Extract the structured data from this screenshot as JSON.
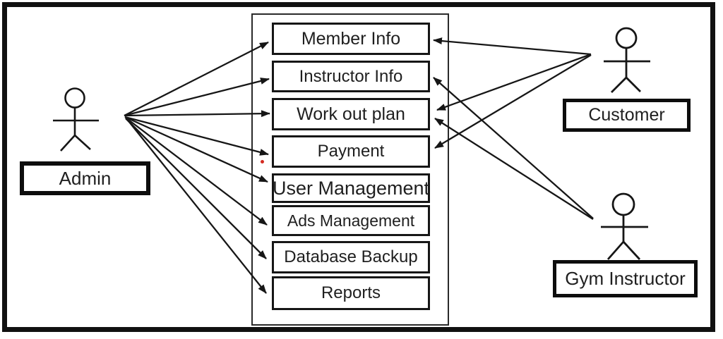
{
  "diagram_type": "use-case-diagram",
  "actors": {
    "admin": {
      "label": "Admin"
    },
    "customer": {
      "label": "Customer"
    },
    "gym_instructor": {
      "label": "Gym Instructor"
    }
  },
  "usecases": [
    {
      "label": "Member Info"
    },
    {
      "label": "Instructor Info"
    },
    {
      "label": "Work out plan"
    },
    {
      "label": "Payment"
    },
    {
      "label": "User Management"
    },
    {
      "label": "Ads Management"
    },
    {
      "label": "Database Backup"
    },
    {
      "label": "Reports"
    }
  ],
  "connections": [
    {
      "from": "Admin",
      "to": "Member Info"
    },
    {
      "from": "Admin",
      "to": "Instructor Info"
    },
    {
      "from": "Admin",
      "to": "Work out plan"
    },
    {
      "from": "Admin",
      "to": "Payment"
    },
    {
      "from": "Admin",
      "to": "User Management"
    },
    {
      "from": "Admin",
      "to": "Ads Management"
    },
    {
      "from": "Admin",
      "to": "Database Backup"
    },
    {
      "from": "Admin",
      "to": "Reports"
    },
    {
      "from": "Customer",
      "to": "Member Info"
    },
    {
      "from": "Customer",
      "to": "Work out plan"
    },
    {
      "from": "Customer",
      "to": "Payment"
    },
    {
      "from": "Gym Instructor",
      "to": "Instructor Info"
    },
    {
      "from": "Gym Instructor",
      "to": "Work out plan"
    }
  ],
  "colors": {
    "line": "#161616",
    "background": "#ffffff",
    "stray_dot": "#d42a20"
  }
}
